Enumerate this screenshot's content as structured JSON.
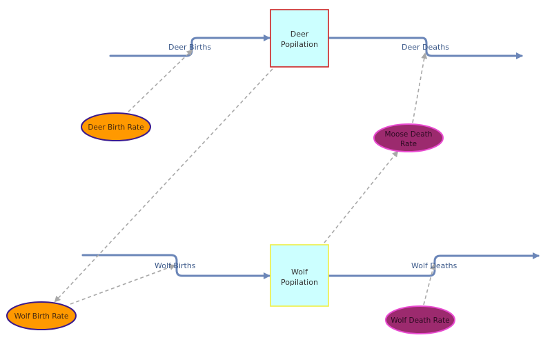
{
  "stocks": {
    "deer_population": {
      "line1": "Deer",
      "line2": "Popilation",
      "fill": "#ccffff",
      "border": "#cc2222"
    },
    "wolf_population": {
      "line1": "Wolf",
      "line2": "Popilation",
      "fill": "#ccffff",
      "border": "#eeee44"
    }
  },
  "flows": {
    "deer_births": "Deer Births",
    "deer_deaths": "Deer Deaths",
    "wolf_births": "Wolf Births",
    "wolf_deaths": "Wolf Deaths"
  },
  "variables": {
    "deer_birth_rate": {
      "line1": "Deer Birth Rate",
      "fill": "#ff9900",
      "border": "#3b1a8c"
    },
    "moose_death_rate": {
      "line1": "Moose Death",
      "line2": "Rate",
      "fill": "#9c2a6e",
      "border": "#e84ad0"
    },
    "wolf_birth_rate": {
      "line1": "Wolf Birth Rate",
      "fill": "#ff9900",
      "border": "#3b1a8c"
    },
    "wolf_death_rate": {
      "line1": "Wolf Death Rate",
      "fill": "#9c2a6e",
      "border": "#e84ad0"
    }
  },
  "colors": {
    "flow": "#6b86b8",
    "link": "#a8a8a8"
  }
}
